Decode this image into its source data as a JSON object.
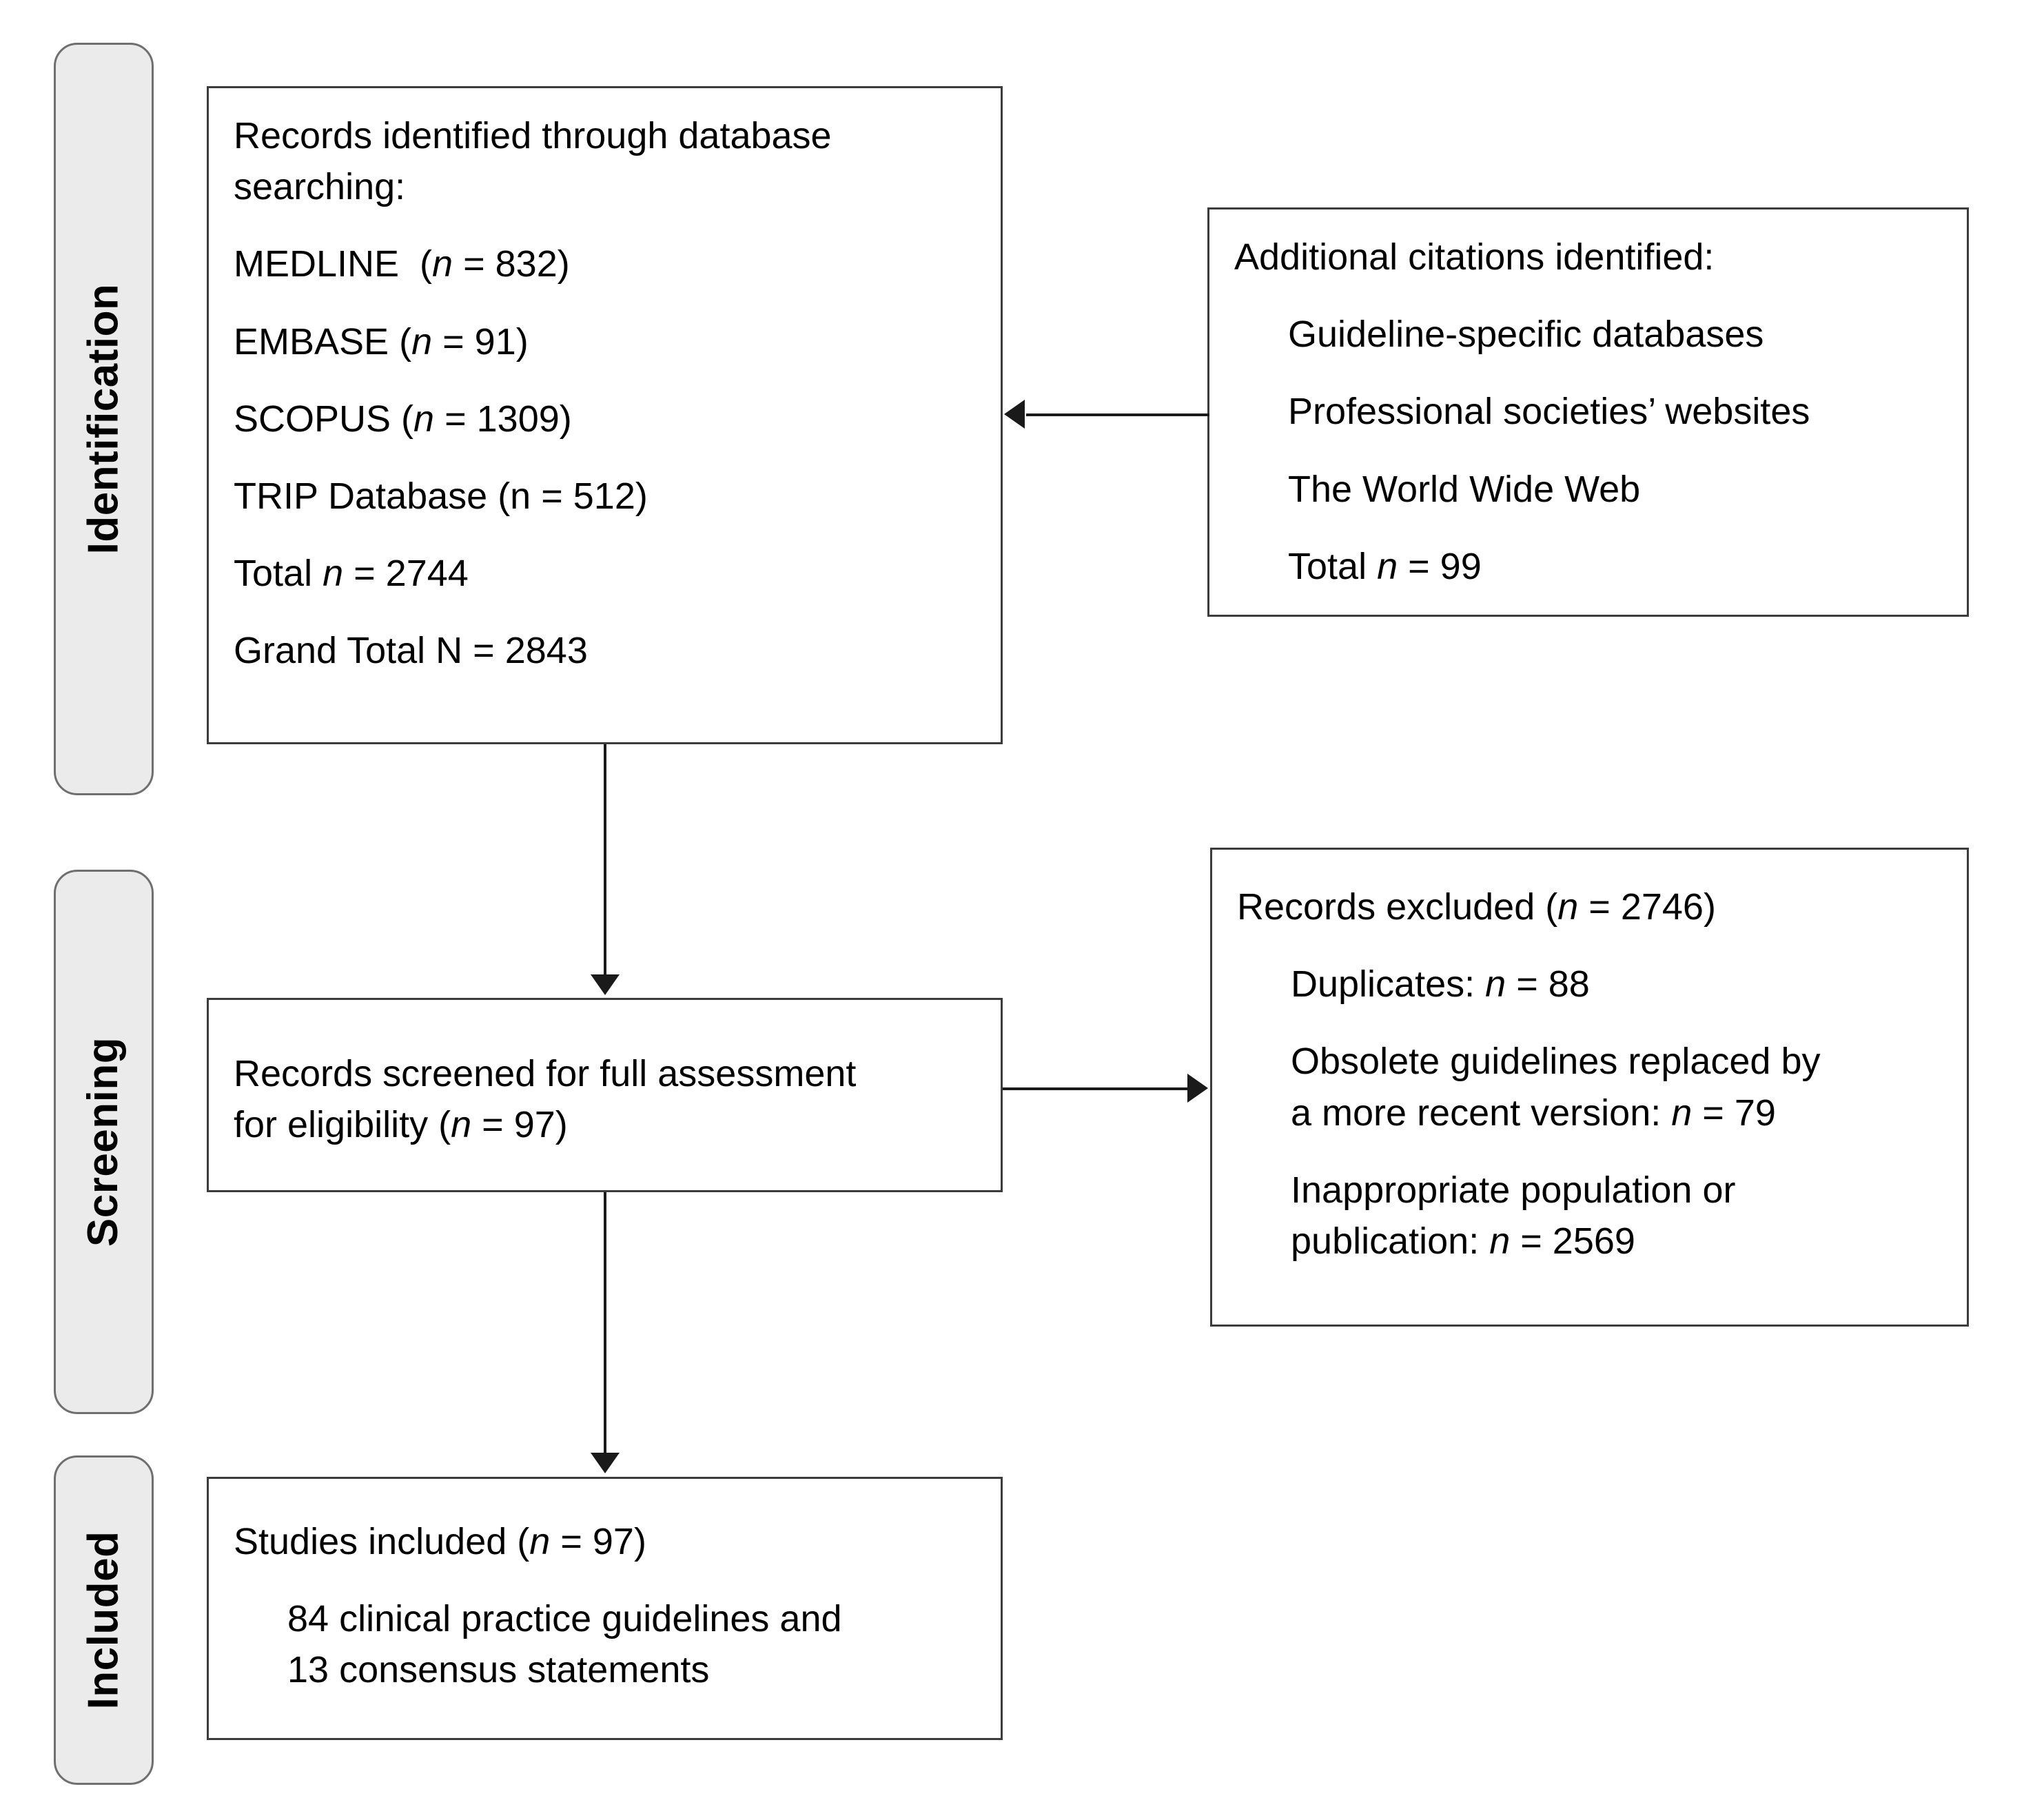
{
  "stages": [
    {
      "label": "Identification"
    },
    {
      "label": "Screening"
    },
    {
      "label": "Included"
    }
  ],
  "boxes": {
    "identified": {
      "name": "records-identified-box",
      "lines": [
        {
          "text": "Records identified through database",
          "style": "plain"
        },
        {
          "text": "searching:",
          "style": "plain"
        },
        {
          "text": "MEDLINE  (n = 832)",
          "style": "italic-n"
        },
        {
          "text": "EMBASE (n = 91)",
          "style": "italic-n"
        },
        {
          "text": "SCOPUS (n = 1309)",
          "style": "italic-n"
        },
        {
          "text": "TRIP Database (n = 512)",
          "style": "plain"
        },
        {
          "text": "Total n = 2744",
          "style": "italic-n"
        },
        {
          "text": "Grand Total N = 2843",
          "style": "plain"
        }
      ]
    },
    "additional": {
      "name": "additional-citations-box",
      "title": "Additional citations identified:",
      "items": [
        "Guideline-specific databases",
        "Professional societies’ websites",
        "The World Wide Web"
      ],
      "total": "Total n = 99"
    },
    "screened": {
      "name": "records-screened-box",
      "lines": [
        "Records screened for full assessment",
        "for eligibility (n = 97)"
      ]
    },
    "excluded": {
      "name": "records-excluded-box",
      "title": "Records excluded (n = 2746)",
      "reasons": [
        [
          "Duplicates: n = 88"
        ],
        [
          "Obsolete guidelines replaced by",
          "a more recent version: n = 79"
        ],
        [
          "Inappropriate population or",
          "publication: n = 2569"
        ]
      ]
    },
    "included": {
      "name": "studies-included-box",
      "title": "Studies included (n = 97)",
      "detail": [
        "84 clinical practice guidelines and",
        "13 consensus statements"
      ]
    }
  },
  "connectors": {
    "identified_to_screened": "arrow-down",
    "additional_to_identified": "arrow-left",
    "screened_to_excluded": "arrow-right",
    "screened_to_included": "arrow-down"
  },
  "colors": {
    "background": "#ffffff",
    "box_border": "#3c3c3c",
    "pill_fill": "#ebebeb",
    "pill_border": "#6f6f6f",
    "connector": "#1a1a1a",
    "text": "#000000"
  },
  "counts": {
    "medline": 832,
    "embase": 91,
    "scopus": 1309,
    "trip": 512,
    "database_total": 2744,
    "additional_total": 99,
    "grand_total": 2843,
    "excluded_total": 2746,
    "duplicates": 88,
    "obsolete": 79,
    "inappropriate": 2569,
    "screened": 97,
    "included": 97,
    "clinical_practice_guidelines": 84,
    "consensus_statements": 13
  }
}
